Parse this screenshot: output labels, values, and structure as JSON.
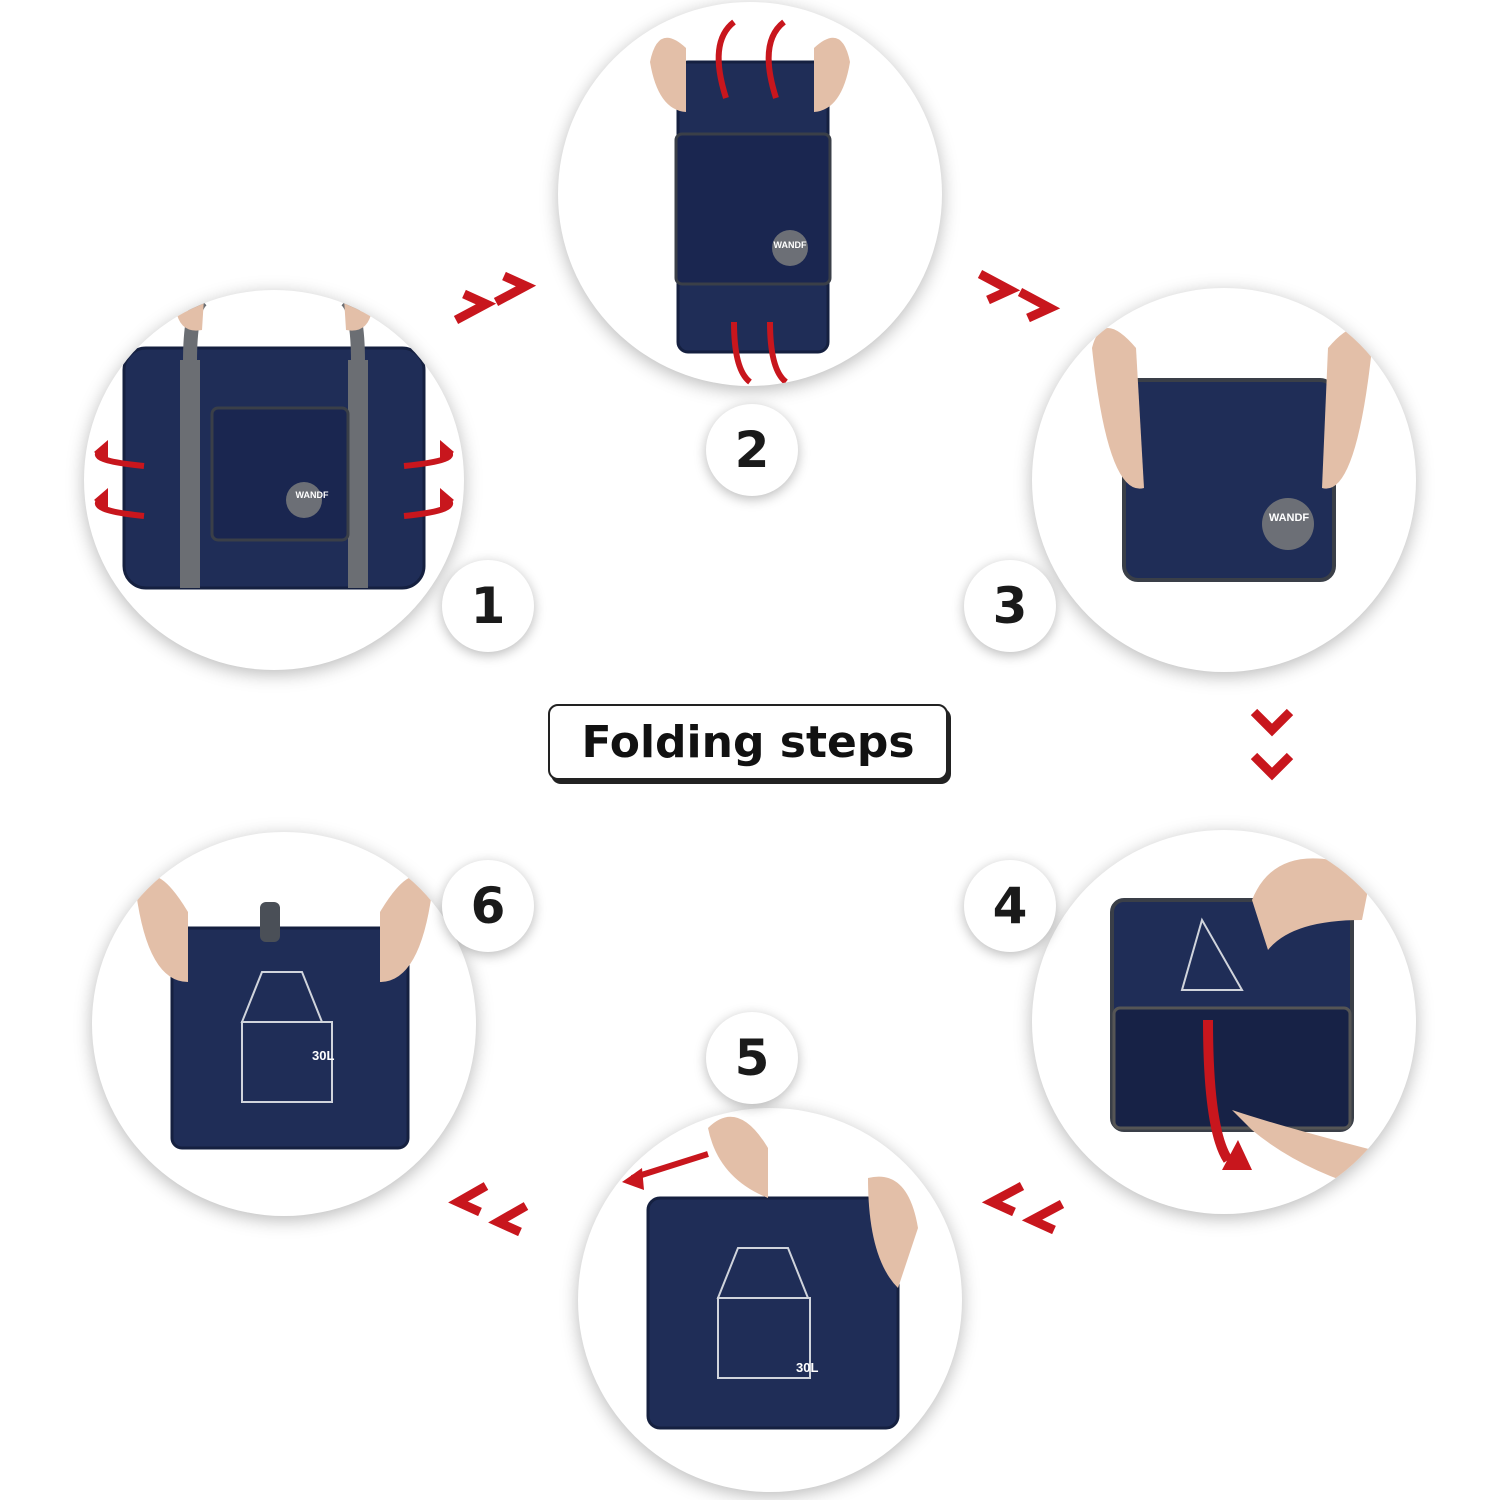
{
  "title": "Folding steps",
  "steps": [
    {
      "number": "1",
      "description": "Bag with handles, sides folded inward"
    },
    {
      "number": "2",
      "description": "Top and bottom folded"
    },
    {
      "number": "3",
      "description": "Folded into flat square"
    },
    {
      "number": "4",
      "description": "Flipped into front pocket"
    },
    {
      "number": "5",
      "description": "Pocket zipped closed"
    },
    {
      "number": "6",
      "description": "Packed pouch"
    }
  ],
  "logo_text": "WANDF",
  "capacity_label": "30L",
  "colors": {
    "bag": "#1f2d57",
    "bag_dark": "#172246",
    "strap": "#6b6e73",
    "arrow_red": "#c8161d",
    "badge_text": "#1a1a1a",
    "skin": "#e3bfa8"
  },
  "icons": [
    "fold-arrow-icon",
    "flow-chevron-icon"
  ]
}
